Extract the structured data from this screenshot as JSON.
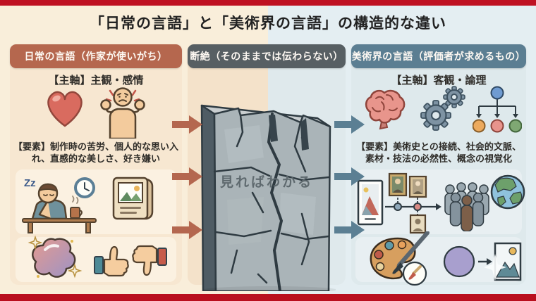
{
  "page": {
    "title": "「日常の言語」と「美術界の言語」の構造的な違い",
    "colors": {
      "frame_red": "#bf1122",
      "left_background": "#f9eeda",
      "right_background": "#e4eef2",
      "everyday_header": "#b5674e",
      "gap_header": "#575f63",
      "artworld_header": "#5b7e92",
      "left_arrow": "#b4674f",
      "right_arrow": "#5b7f93",
      "wall_face": "#aab4b8",
      "wall_label_text": "#5f6a6f"
    }
  },
  "columns": {
    "everyday": {
      "header": "日常の言語（作家が使いがち）",
      "axis": "【主軸】主観・感情",
      "elements": "【要素】制作時の苦労、個人的な思い入れ、直感的な美しさ、好き嫌い",
      "sleep_marks": "Zz",
      "icons": [
        "heart-icon",
        "frustrated-person-icon",
        "tired-artist-icon",
        "clock-icon",
        "photo-album-icon",
        "sparkly-blob-icon",
        "thumbs-up-icon",
        "thumbs-down-icon"
      ]
    },
    "gap": {
      "header": "断絶（そのままでは伝わらない）",
      "wall_label": "見ればわかる",
      "icons": [
        "cracked-stone-wall-icon"
      ]
    },
    "artworld": {
      "header": "美術界の言語（評価者が求めるもの）",
      "axis": "【主軸】客観・論理",
      "elements": "【要素】美術史との接続、社会的文脈、素材・技法の必然性、概念の視覚化",
      "icons": [
        "brain-icon",
        "gears-icon",
        "hierarchy-icon",
        "art-history-timeline-icon",
        "people-group-icon",
        "globe-icon",
        "palette-brush-icon",
        "concept-to-image-icon",
        "sparkle-icon"
      ]
    },
    "flow": {
      "left_arrows": 3,
      "right_arrows": 3
    }
  }
}
